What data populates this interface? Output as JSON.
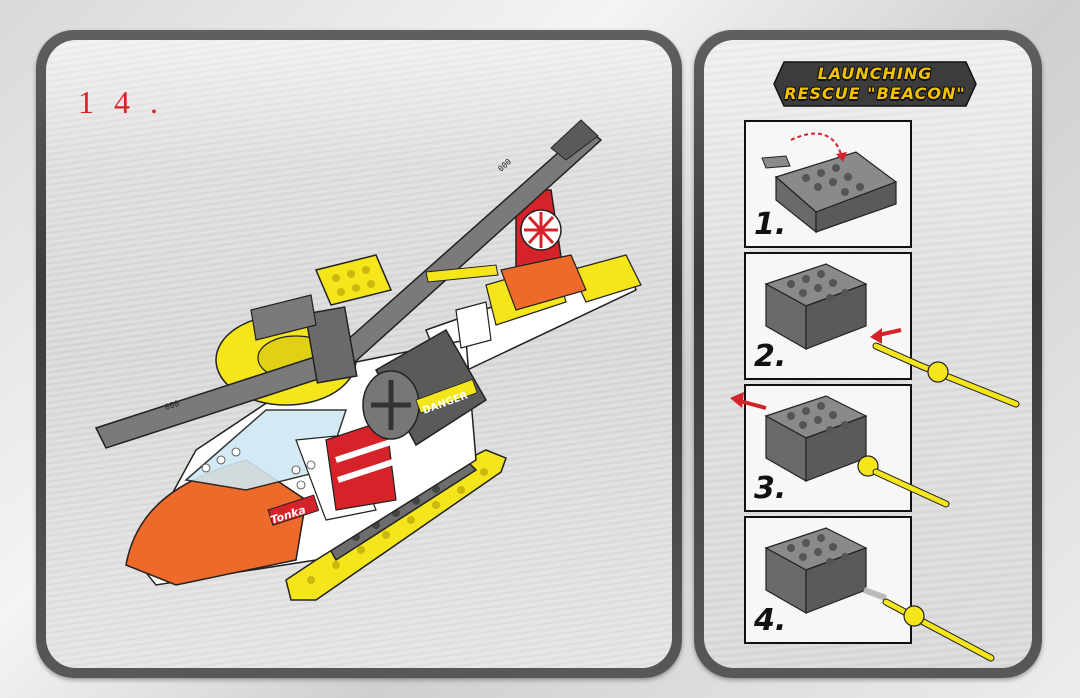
{
  "page": {
    "step_number": "1 4 ."
  },
  "sidebar": {
    "title_line1": "LAUNCHING",
    "title_line2": "RESCUE \"BEACON\"",
    "steps": [
      {
        "label": "1."
      },
      {
        "label": "2."
      },
      {
        "label": "3."
      },
      {
        "label": "4."
      }
    ]
  },
  "model": {
    "brand_logo": "Tonka",
    "danger_text": "DANGER"
  },
  "colors": {
    "step_number": "#d6232a",
    "title": "#f2c200",
    "arrow": "#d6232a",
    "brick_yellow": "#f5e61b",
    "brick_grey": "#7a7a7a",
    "brick_orange": "#ee6a2a"
  }
}
